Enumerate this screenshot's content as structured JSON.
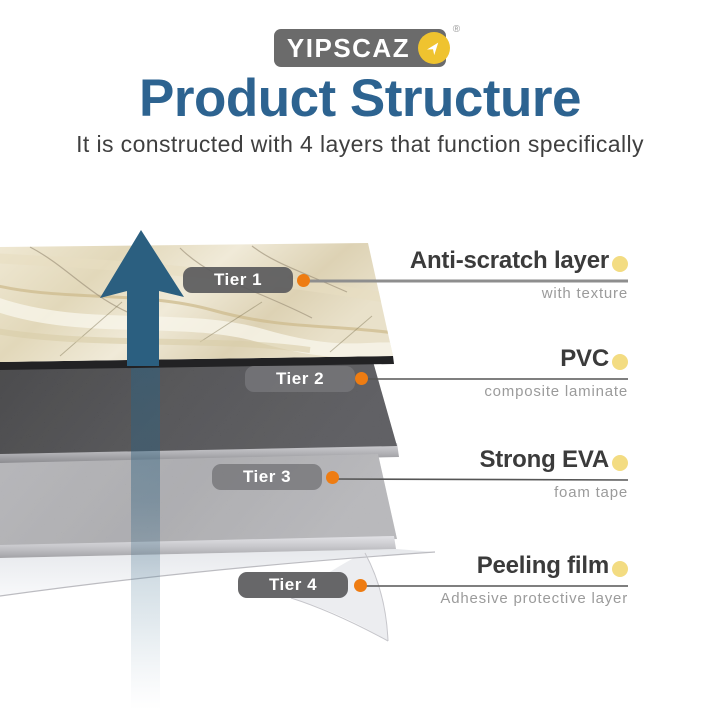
{
  "brand": {
    "logo_text": "YIPSCAZ",
    "registered": "®"
  },
  "header": {
    "title": "Product Structure",
    "subtitle": "It is constructed with 4 layers that function specifically"
  },
  "diagram": {
    "tiers": [
      {
        "pill": "Tier 1",
        "name": "Anti-scratch layer",
        "desc": "with texture"
      },
      {
        "pill": "Tier 2",
        "name": "PVC",
        "desc": "composite laminate"
      },
      {
        "pill": "Tier 3",
        "name": "Strong EVA",
        "desc": "foam tape"
      },
      {
        "pill": "Tier 4",
        "name": "Peeling film",
        "desc": "Adhesive protective layer"
      }
    ]
  },
  "colors": {
    "title_blue": "#2d6390",
    "arrow_blue": "#2b5f80",
    "connector_orange": "#ee7c12",
    "label_dot_yellow": "#f3dc82",
    "logo_gray": "#6b6b6b",
    "logo_yellow": "#efc32f"
  }
}
